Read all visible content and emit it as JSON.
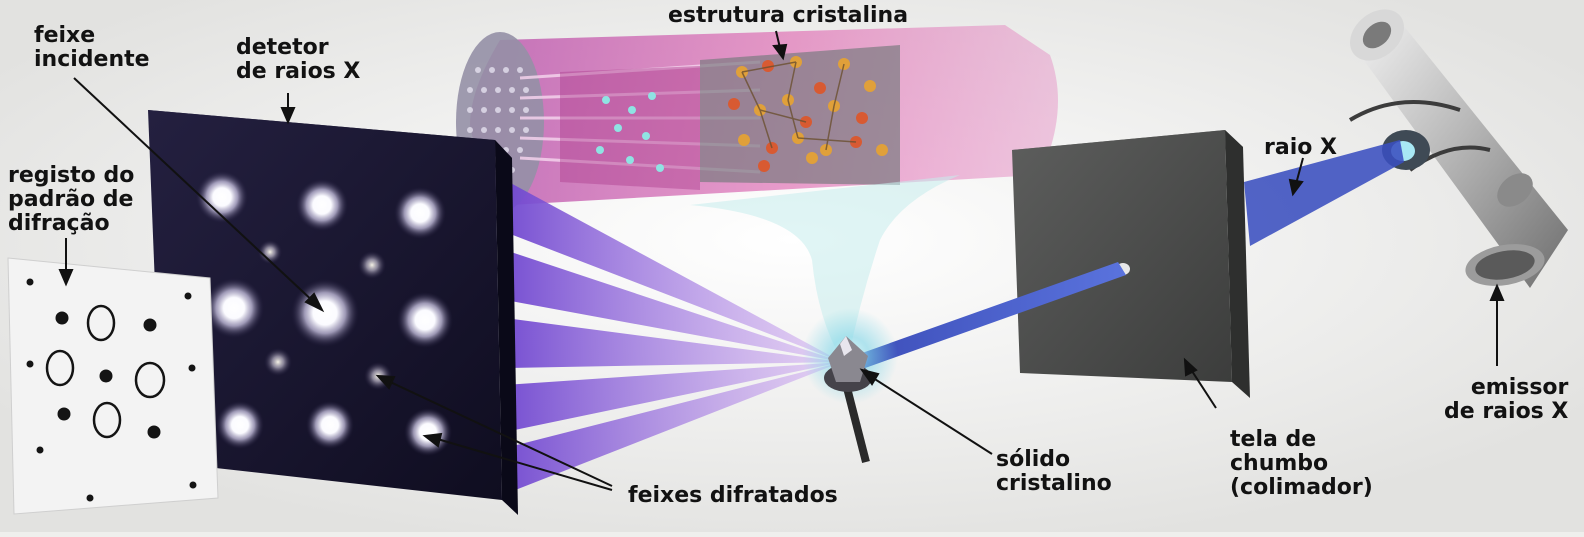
{
  "labels": {
    "feixe_incidente": "feixe\nincidente",
    "detetor": "detetor\nde raios X",
    "registo": "registo do\npadrão de\ndifração",
    "estrutura": "estrutura cristalina",
    "raio_x": "raio X",
    "emissor": "emissor\nde raios X",
    "solido": "sólido\ncristalino",
    "tela": "tela de\nchumbo\n(colimador)",
    "feixes_difratados": "feixes difratados"
  },
  "colors": {
    "background": "#efefed",
    "beam_blue": "#3a4fbf",
    "diffracted_purple": "#8f60d8",
    "crystal_pink": "#d0489c",
    "detector": "#17142c",
    "lead_screen": "#4c4d4c"
  }
}
